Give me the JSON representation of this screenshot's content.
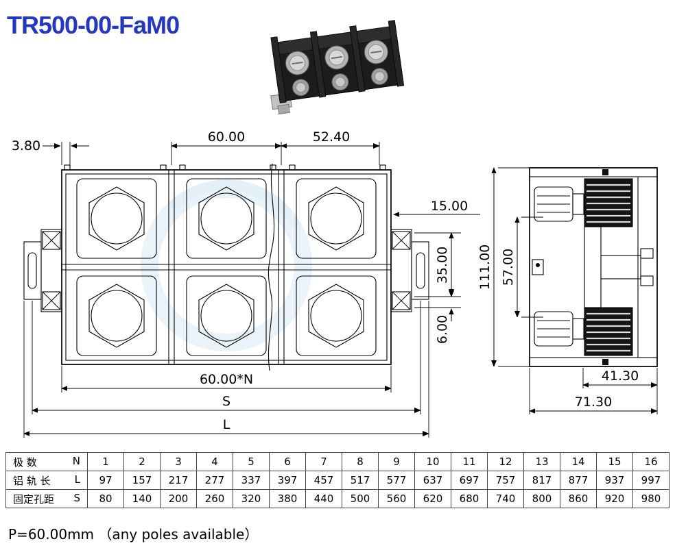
{
  "title": "TR500-00-FaM0",
  "colors": {
    "title_blue": "#2236c8",
    "line": "#000000",
    "watermark_blue": "#d9eaf6"
  },
  "front_view": {
    "dim_left_offset": "3.80",
    "dim_pitch": "60.00",
    "dim_right": "52.40",
    "dim_side": "15.00",
    "dim_rail_height": "35.00",
    "dim_rail_depth": "6.00",
    "dim_total_pitch": "60.00*N",
    "dim_hole_span": "S",
    "dim_length": "L"
  },
  "side_view": {
    "dim_height": "111.00",
    "dim_inner_height": "57.00",
    "dim_depth_small": "41.30",
    "dim_depth": "71.30"
  },
  "table": {
    "rows": [
      {
        "label_cn": "极  数",
        "label_sym": "N",
        "values": [
          "1",
          "2",
          "3",
          "4",
          "5",
          "6",
          "7",
          "8",
          "9",
          "10",
          "11",
          "12",
          "13",
          "14",
          "15",
          "16"
        ]
      },
      {
        "label_cn": "铝 轨 长",
        "label_sym": "L",
        "values": [
          "97",
          "157",
          "217",
          "277",
          "337",
          "397",
          "457",
          "517",
          "577",
          "637",
          "697",
          "757",
          "817",
          "877",
          "937",
          "997"
        ]
      },
      {
        "label_cn": "固定孔距",
        "label_sym": "S",
        "values": [
          "80",
          "140",
          "200",
          "260",
          "320",
          "380",
          "440",
          "500",
          "560",
          "620",
          "680",
          "740",
          "800",
          "860",
          "920",
          "980"
        ]
      }
    ]
  },
  "footer": "P=60.00mm （any poles available）"
}
